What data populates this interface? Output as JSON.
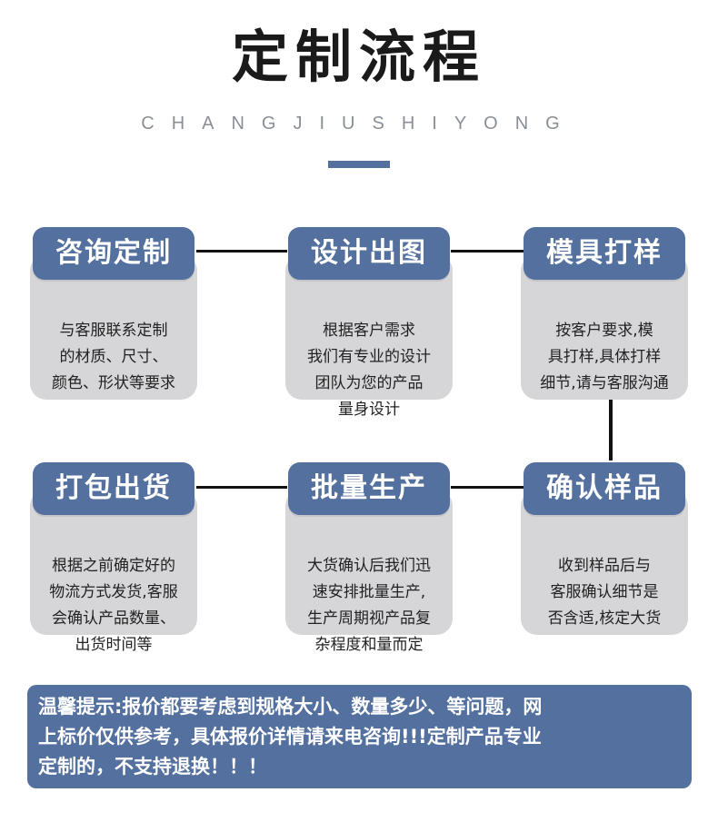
{
  "header": {
    "title": "定制流程",
    "subtitle": "CHANGJIUSHIYONG"
  },
  "colors": {
    "accent": "#53709f",
    "card_bg": "#d6d6d8",
    "connector": "#111111"
  },
  "steps": [
    {
      "title": "咨询定制",
      "desc": "与客服联系定制\n的材质、尺寸、\n颜色、形状等要求"
    },
    {
      "title": "设计出图",
      "desc": "根据客户需求\n我们有专业的设计\n团队为您的产品\n量身设计"
    },
    {
      "title": "模具打样",
      "desc": "按客户要求,模\n具打样,具体打样\n细节,请与客服沟通"
    },
    {
      "title": "打包出货",
      "desc": "根据之前确定好的\n物流方式发货,客服\n会确认产品数量、\n出货时间等"
    },
    {
      "title": "批量生产",
      "desc": "大货确认后我们迅\n速安排批量生产,\n生产周期视产品复\n杂程度和量而定"
    },
    {
      "title": "确认样品",
      "desc": "收到样品后与\n客服确认细节是\n否含适,核定大货"
    }
  ],
  "notice": {
    "line1": "温馨提示:报价都要考虑到规格大小、数量多少、等问题，网",
    "line2": "上标价仅供参考，具体报价详情请来电咨询!!!定制产品专业",
    "line3": "定制的，不支持退换！！！"
  }
}
